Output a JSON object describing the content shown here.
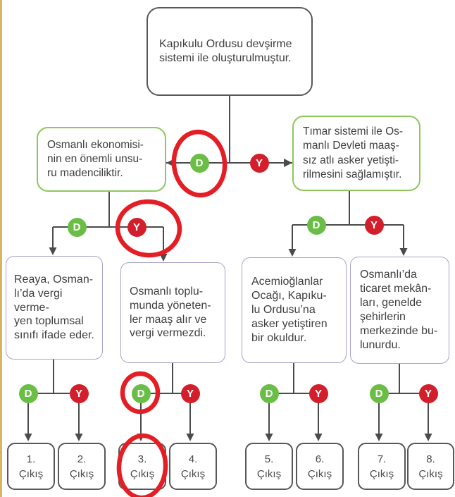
{
  "colors": {
    "page-bg": "#ffffff",
    "accent-green": "#6abe45",
    "accent-red": "#d21f2b",
    "annotation-red": "#e41e25",
    "border-dark": "#57585a",
    "border-green": "#8ec85b",
    "border-purple": "#a8a3c7",
    "line": "#4a4b4d",
    "text": "#3f4042",
    "page-edge-gold": "#d8b55e"
  },
  "badge_labels": {
    "d": "D",
    "y": "Y"
  },
  "nodes": {
    "root": {
      "text": "Kapıkulu Ordusu devşirme\nsistemi ile oluşturulmuştur."
    },
    "l2_left": {
      "text": "Osmanlı  ekonomisi-\nnin en önemli unsu-\nru madenciliktir."
    },
    "l2_right": {
      "text": "Tımar sistemi ile Os-\nmanlı Devleti maaş-\nsız atlı asker yetişti-\nrilmesini sağlamıştır."
    },
    "l3_box1": {
      "text": "Reaya, Osman-\nlı’da vergi verme-\nyen toplumsal\nsınıfı ifade eder."
    },
    "l3_box2": {
      "text": "Osmanlı toplu-\nmunda yöneten-\nler maaş alır ve\nvergi vermezdi."
    },
    "l3_box3": {
      "text": "Acemioğlanlar\nOcağı, Kapıku-\nlu Ordusu’na\nasker yetiştiren\nbir okuldur."
    },
    "l3_box4": {
      "text": "Osmanlı’da\nticaret mekân-\nları, genelde\nşehirlerin\nmerkezinde bu-\nlunurdu."
    }
  },
  "exits": [
    {
      "num": "1.",
      "label": "Çıkış"
    },
    {
      "num": "2.",
      "label": "Çıkış"
    },
    {
      "num": "3.",
      "label": "Çıkış"
    },
    {
      "num": "4.",
      "label": "Çıkış"
    },
    {
      "num": "5.",
      "label": "Çıkış"
    },
    {
      "num": "6.",
      "label": "Çıkış"
    },
    {
      "num": "7.",
      "label": "Çıkış"
    },
    {
      "num": "8.",
      "label": "Çıkış"
    }
  ],
  "annotations": {
    "circled_items": [
      "root-badge-d",
      "l2-left-badge-y",
      "bottom-pair2-badge-d",
      "exit-3"
    ]
  }
}
